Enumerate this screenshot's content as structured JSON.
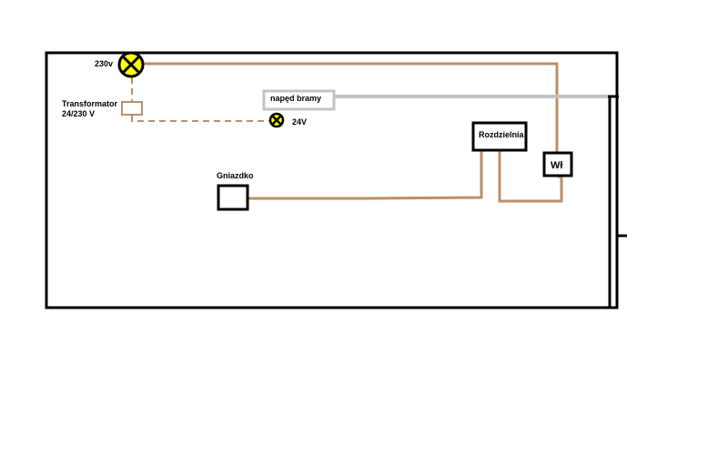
{
  "colors": {
    "frame": "#000000",
    "wire": "#b9906a",
    "gate_wire": "#c3c3c3",
    "lamp_fill": "#ffff00",
    "lamp_outline": "#000000",
    "background": "#ffffff"
  },
  "icons": {
    "lamp": "lamp-cross-icon",
    "small_lamp": "small-lamp-cross-icon",
    "transformer": "transformer-icon"
  },
  "labels": {
    "lamp_230": "230v",
    "transformer_line1": "Transformator",
    "transformer_line2": "24/230 V",
    "gate_drive": "napęd bramy",
    "lamp_24": "24V",
    "distribution_board": "Rozdzielnia",
    "switch": "Wł",
    "socket": "Gniazdko"
  }
}
